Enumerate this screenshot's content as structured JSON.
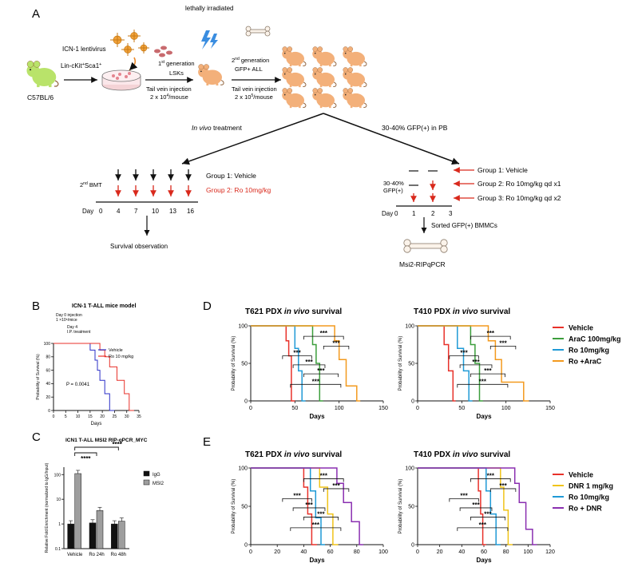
{
  "panels": {
    "A": "A",
    "B": "B",
    "C": "C",
    "D": "D",
    "E": "E"
  },
  "schematic": {
    "c57_label": "C57BL/6",
    "lin_label": "Lin-cKit",
    "lin_sup": "+",
    "lin_mid": "Sca1",
    "lin_sup2": "+",
    "icn_label": "ICN-1 lentivirus",
    "irradiated": "lethally irradiated",
    "first_gen_num": "1",
    "first_gen_sup": "st",
    "first_gen_text": " generation",
    "lsks": "LSKs",
    "second_gen_num": "2",
    "second_gen_sup": "nd",
    "second_gen_text": " generation",
    "gfp_all": "GFP+ ALL",
    "tail1_l1": "Tail vein injection",
    "tail1_l2": "2 x 10",
    "tail1_sup": "4",
    "tail1_l3": "/mouse",
    "tail2_l1": "Tail vein injection",
    "tail2_l2": "2 x 10",
    "tail2_sup": "5",
    "tail2_l3": "/mouse",
    "in_vivo_italic": "In vivo",
    "in_vivo_rest": " treatment",
    "gfp_pb": "30-40% GFP(+) in PB",
    "bmt_num": "2",
    "bmt_sup": "nd",
    "bmt_text": " BMT",
    "day_label": "Day",
    "left_days": [
      "0",
      "4",
      "7",
      "10",
      "13",
      "16"
    ],
    "group1_left": "Group 1: Vehicle",
    "group2_left": "Group 2: Ro 10mg/kg",
    "survival_obs": "Survival observation",
    "gfp_range_l1": "30-40%",
    "gfp_range_l2": "GFP(+)",
    "right_days": [
      "0",
      "1",
      "2",
      "3"
    ],
    "group1_right": "Group 1: Vehicle",
    "group2_right": "Group 2: Ro 10mg/kg qd x1",
    "group3_right": "Group 3: Ro 10mg/kg qd x2",
    "sorted": "Sorted GFP(+) BMMCs",
    "rip": "Msi2-RIPqPCR"
  },
  "panel_b": {
    "title": "ICN-1 T-ALL mice model",
    "ann1": "Day 0 injection",
    "ann2": "1 ×10⁵/mice",
    "ann3": "Day 4",
    "ann4": "I.P. treatment",
    "legend": [
      "Vehicle",
      "Ro 10 mg/kg"
    ],
    "pvalue": "P = 0.0041"
  },
  "panel_c": {
    "title": "ICN1 T-ALL MSI2 RIP-qPCR_MYC",
    "sig": [
      "****",
      "****"
    ],
    "legend": [
      "IgG",
      "MSI2"
    ]
  },
  "panel_d": {
    "t621_title_pre": "T621 PDX ",
    "t621_title_it": "in vivo",
    "t621_title_post": " survival",
    "t410_title_pre": "T410 PDX ",
    "t410_title_it": "in vivo",
    "t410_title_post": " survival",
    "legend": [
      "Vehicle",
      "AraC 100mg/kg",
      "Ro 10mg/kg",
      "Ro +AraC"
    ],
    "stars": "***"
  },
  "panel_e": {
    "t621_title_pre": "T621 PDX ",
    "t621_title_it": "in vivo",
    "t621_title_post": " survival",
    "t410_title_pre": "T410 PDX ",
    "t410_title_it": "in vivo",
    "t410_title_post": " survival",
    "legend": [
      "Vehicle",
      "DNR 1 mg/kg",
      "Ro 10mg/kg",
      "Ro + DNR"
    ],
    "stars": "***"
  },
  "colors": {
    "vehicle": "#e8312a",
    "drug_green": "#3c9e3c",
    "ro_blue": "#1f9ad6",
    "combo_orange": "#f39a1e",
    "dnr_yellow": "#f0c419",
    "combo_purple": "#8a2fb0",
    "b_vehicle": "#2b2fc7",
    "b_ro": "#e8312a",
    "arrow_red": "#d9291c",
    "mouse_orange": "#f3b07a",
    "mouse_green": "#b9e36a"
  },
  "chart_data": [
    {
      "id": "B",
      "type": "line",
      "title": "ICN-1 T-ALL mice model",
      "xlabel": "Days",
      "ylabel": "Probability of Survival (%)",
      "xlim": [
        0,
        35
      ],
      "ylim": [
        0,
        100
      ],
      "xticks": [
        0,
        5,
        10,
        15,
        20,
        25,
        30,
        35
      ],
      "yticks": [
        0,
        20,
        40,
        60,
        80,
        100
      ],
      "series": [
        {
          "name": "Vehicle",
          "color": "#2b2fc7",
          "x": [
            0,
            15,
            15,
            17,
            17,
            18,
            18,
            19,
            19,
            21,
            21,
            23,
            23,
            25
          ],
          "y": [
            100,
            100,
            90,
            90,
            75,
            75,
            60,
            60,
            45,
            45,
            25,
            25,
            0,
            0
          ]
        },
        {
          "name": "Ro 10 mg/kg",
          "color": "#e8312a",
          "x": [
            0,
            19,
            19,
            21,
            21,
            23,
            23,
            26,
            26,
            29,
            29,
            31,
            31,
            33
          ],
          "y": [
            100,
            100,
            90,
            90,
            80,
            80,
            65,
            65,
            45,
            45,
            25,
            25,
            0,
            0
          ]
        }
      ]
    },
    {
      "id": "C",
      "type": "bar",
      "title": "ICN1 T-ALL MSI2 RIP-qPCR_MYC",
      "ylabel": "Relative Fold Enrichment (normalized to IgG/Input)",
      "yscale": "log",
      "ylim": [
        0.1,
        100
      ],
      "yticks": [
        0.1,
        1,
        10,
        100
      ],
      "categories": [
        "Vehicle",
        "Ro 24h",
        "Ro 48h"
      ],
      "series": [
        {
          "name": "IgG",
          "color": "#111111",
          "values": [
            1.0,
            1.1,
            1.0
          ]
        },
        {
          "name": "MSI2",
          "color": "#9e9e9e",
          "values": [
            110,
            3.5,
            1.3
          ]
        }
      ]
    },
    {
      "id": "D-T621",
      "type": "line",
      "title": "T621 PDX in vivo survival",
      "xlabel": "Days",
      "ylabel": "Probability of Survival (%)",
      "xlim": [
        0,
        150
      ],
      "ylim": [
        0,
        100
      ],
      "xticks": [
        0,
        50,
        100,
        150
      ],
      "yticks": [
        0,
        50,
        100
      ],
      "series": [
        {
          "name": "Vehicle",
          "color": "#e8312a",
          "x": [
            0,
            40,
            40,
            43,
            43,
            46,
            46,
            50
          ],
          "y": [
            100,
            100,
            80,
            80,
            60,
            60,
            0,
            0
          ]
        },
        {
          "name": "AraC 100mg/kg",
          "color": "#3c9e3c",
          "x": [
            0,
            70,
            70,
            74,
            74,
            78,
            78,
            82
          ],
          "y": [
            100,
            100,
            75,
            75,
            50,
            50,
            0,
            0
          ]
        },
        {
          "name": "Ro 10mg/kg",
          "color": "#1f9ad6",
          "x": [
            0,
            50,
            50,
            54,
            54,
            58,
            58,
            62
          ],
          "y": [
            100,
            100,
            70,
            70,
            40,
            40,
            0,
            0
          ]
        },
        {
          "name": "Ro +AraC",
          "color": "#f39a1e",
          "x": [
            0,
            95,
            95,
            100,
            100,
            108,
            108,
            120,
            120,
            124
          ],
          "y": [
            100,
            100,
            80,
            80,
            55,
            55,
            20,
            20,
            0,
            0
          ]
        }
      ]
    },
    {
      "id": "D-T410",
      "type": "line",
      "title": "T410 PDX in vivo survival",
      "xlabel": "Days",
      "ylabel": "Probability of Survival (%)",
      "xlim": [
        0,
        150
      ],
      "ylim": [
        0,
        100
      ],
      "xticks": [
        0,
        50,
        100,
        150
      ],
      "yticks": [
        0,
        50,
        100
      ],
      "series": [
        {
          "name": "Vehicle",
          "color": "#e8312a",
          "x": [
            0,
            30,
            30,
            35,
            35,
            40,
            40,
            43
          ],
          "y": [
            100,
            100,
            75,
            75,
            40,
            40,
            0,
            0
          ]
        },
        {
          "name": "AraC 100mg/kg",
          "color": "#3c9e3c",
          "x": [
            0,
            60,
            60,
            65,
            65,
            70,
            70,
            74
          ],
          "y": [
            100,
            100,
            75,
            75,
            50,
            50,
            0,
            0
          ]
        },
        {
          "name": "Ro 10mg/kg",
          "color": "#1f9ad6",
          "x": [
            0,
            45,
            45,
            52,
            52,
            58,
            58,
            62
          ],
          "y": [
            100,
            100,
            70,
            70,
            40,
            40,
            0,
            0
          ]
        },
        {
          "name": "Ro +AraC",
          "color": "#f39a1e",
          "x": [
            0,
            80,
            80,
            88,
            88,
            95,
            95,
            120,
            120,
            126
          ],
          "y": [
            100,
            100,
            80,
            80,
            55,
            55,
            25,
            25,
            0,
            0
          ]
        }
      ]
    },
    {
      "id": "E-T621",
      "type": "line",
      "title": "T621 PDX in vivo survival",
      "xlabel": "Days",
      "ylabel": "Probability of Survival (%)",
      "xlim": [
        0,
        100
      ],
      "ylim": [
        0,
        100
      ],
      "xticks": [
        0,
        20,
        40,
        60,
        80,
        100
      ],
      "yticks": [
        0,
        50,
        100
      ],
      "series": [
        {
          "name": "Vehicle",
          "color": "#e8312a",
          "x": [
            0,
            40,
            40,
            43,
            43,
            46,
            46,
            50
          ],
          "y": [
            100,
            100,
            75,
            75,
            40,
            40,
            0,
            0
          ]
        },
        {
          "name": "DNR 1 mg/kg",
          "color": "#f0c419",
          "x": [
            0,
            52,
            52,
            58,
            58,
            62,
            62,
            66
          ],
          "y": [
            100,
            100,
            75,
            75,
            40,
            40,
            0,
            0
          ]
        },
        {
          "name": "Ro 10mg/kg",
          "color": "#1f9ad6",
          "x": [
            0,
            45,
            45,
            49,
            49,
            53,
            53,
            56
          ],
          "y": [
            100,
            100,
            70,
            70,
            35,
            35,
            0,
            0
          ]
        },
        {
          "name": "Ro + DNR",
          "color": "#8a2fb0",
          "x": [
            0,
            65,
            65,
            70,
            70,
            76,
            76,
            82,
            82,
            85
          ],
          "y": [
            100,
            100,
            80,
            80,
            55,
            55,
            30,
            30,
            0,
            0
          ]
        }
      ]
    },
    {
      "id": "E-T410",
      "type": "line",
      "title": "T410 PDX in vivo survival",
      "xlabel": "Days",
      "ylabel": "Probability of Survival (%)",
      "xlim": [
        0,
        120
      ],
      "ylim": [
        0,
        100
      ],
      "xticks": [
        0,
        20,
        40,
        60,
        80,
        100,
        120
      ],
      "yticks": [
        0,
        50,
        100
      ],
      "series": [
        {
          "name": "Vehicle",
          "color": "#e8312a",
          "x": [
            0,
            55,
            55,
            57,
            57,
            59,
            59,
            62
          ],
          "y": [
            100,
            100,
            70,
            70,
            40,
            40,
            0,
            0
          ]
        },
        {
          "name": "DNR 1 mg/kg",
          "color": "#f0c419",
          "x": [
            0,
            75,
            75,
            78,
            78,
            82,
            82,
            86
          ],
          "y": [
            100,
            100,
            75,
            75,
            45,
            45,
            0,
            0
          ]
        },
        {
          "name": "Ro 10mg/kg",
          "color": "#1f9ad6",
          "x": [
            0,
            62,
            62,
            66,
            66,
            71,
            71,
            75
          ],
          "y": [
            100,
            100,
            70,
            70,
            40,
            40,
            0,
            0
          ]
        },
        {
          "name": "Ro + DNR",
          "color": "#8a2fb0",
          "x": [
            0,
            88,
            88,
            92,
            92,
            98,
            98,
            104,
            104,
            108
          ],
          "y": [
            100,
            100,
            80,
            80,
            55,
            55,
            20,
            20,
            0,
            0
          ]
        }
      ]
    }
  ]
}
